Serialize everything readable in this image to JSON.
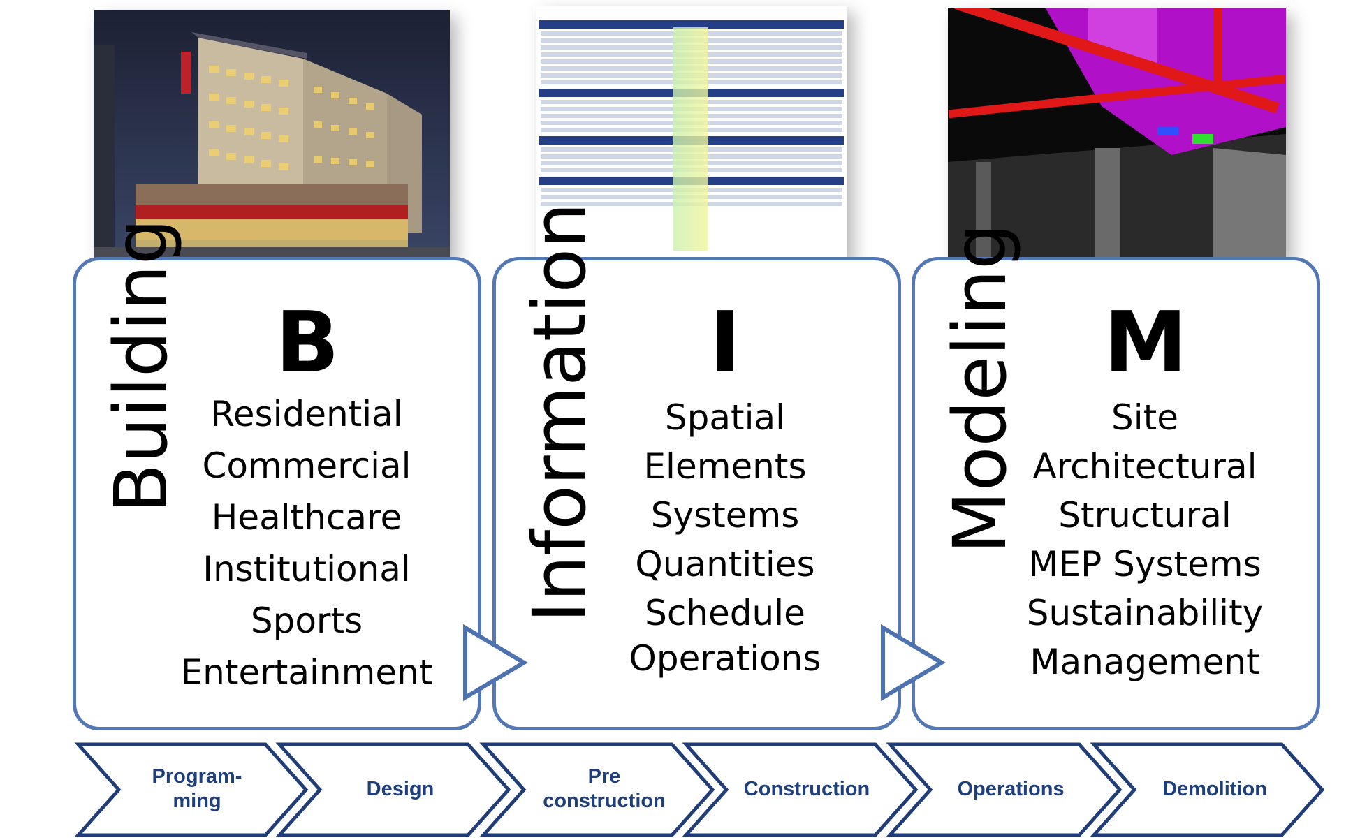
{
  "panels": [
    {
      "word": "Building",
      "letter": "B",
      "items": [
        "Residential",
        "Commercial",
        "Healthcare",
        "Institutional",
        "Sports",
        "Entertainment"
      ]
    },
    {
      "word": "Information",
      "letter": "I",
      "items": [
        "Spatial",
        "Elements",
        "Systems",
        "Quantities",
        "Schedule",
        "Operations"
      ]
    },
    {
      "word": "Modeling",
      "letter": "M",
      "items": [
        "Site",
        "Architectural",
        "Structural",
        "MEP Systems",
        "Sustainability",
        "Management"
      ]
    }
  ],
  "stages": [
    {
      "line1": "Program-",
      "line2": "ming"
    },
    {
      "line1": "Design",
      "line2": ""
    },
    {
      "line1": "Pre",
      "line2": "construction"
    },
    {
      "line1": "Construction",
      "line2": ""
    },
    {
      "line1": "Operations",
      "line2": ""
    },
    {
      "line1": "Demolition",
      "line2": ""
    }
  ],
  "images": [
    "building-photo",
    "spreadsheet-document",
    "mep-model-render"
  ],
  "colors": {
    "panel_border": "#5478b4",
    "chevron_border": "#203d78",
    "stage_text": "#1f3f7a"
  }
}
